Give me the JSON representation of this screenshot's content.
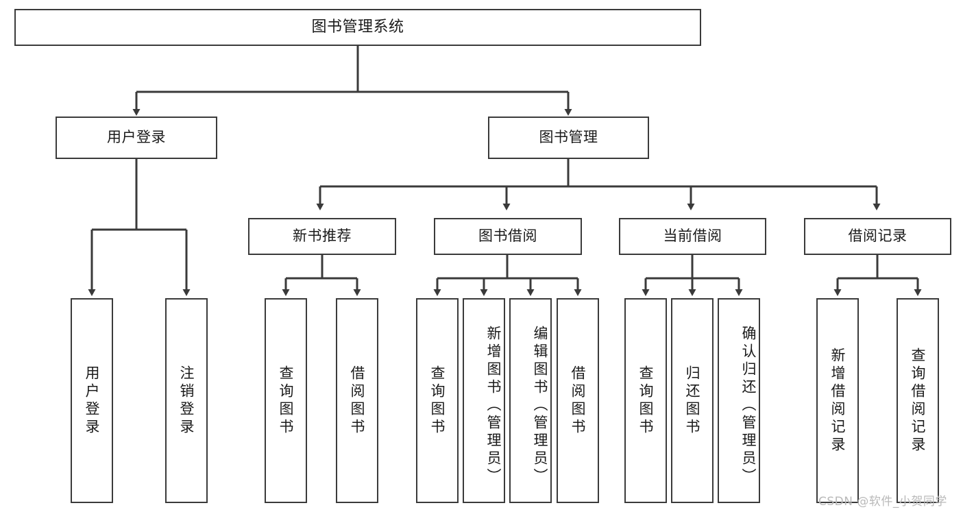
{
  "diagram": {
    "type": "tree-hierarchy",
    "title": "图书管理系统",
    "orientation": "top-down",
    "watermark": "CSDN @软件_小贺同学",
    "colors": {
      "stroke": "#3a3a3a",
      "fill": "#ffffff",
      "text": "#1a1a1a",
      "watermark": "#b9b9b9"
    },
    "nodes": {
      "root": {
        "label": "图书管理系统"
      },
      "level2": [
        {
          "label": "用户登录"
        },
        {
          "label": "图书管理"
        }
      ],
      "level3": [
        {
          "label": "新书推荐"
        },
        {
          "label": "图书借阅"
        },
        {
          "label": "当前借阅"
        },
        {
          "label": "借阅记录"
        }
      ],
      "leaves": {
        "user_login": [
          {
            "label": "用户登录"
          },
          {
            "label": "注销登录"
          }
        ],
        "new_book": [
          {
            "label": "查询图书"
          },
          {
            "label": "借阅图书"
          }
        ],
        "book_borrow": [
          {
            "label": "查询图书"
          },
          {
            "label": "新增图书（管理员）"
          },
          {
            "label": "编辑图书（管理员）"
          },
          {
            "label": "借阅图书"
          }
        ],
        "current_borrow": [
          {
            "label": "查询图书"
          },
          {
            "label": "归还图书"
          },
          {
            "label": "确认归还（管理员）"
          }
        ],
        "borrow_record": [
          {
            "label": "新增借阅记录"
          },
          {
            "label": "查询借阅记录"
          }
        ]
      }
    }
  }
}
